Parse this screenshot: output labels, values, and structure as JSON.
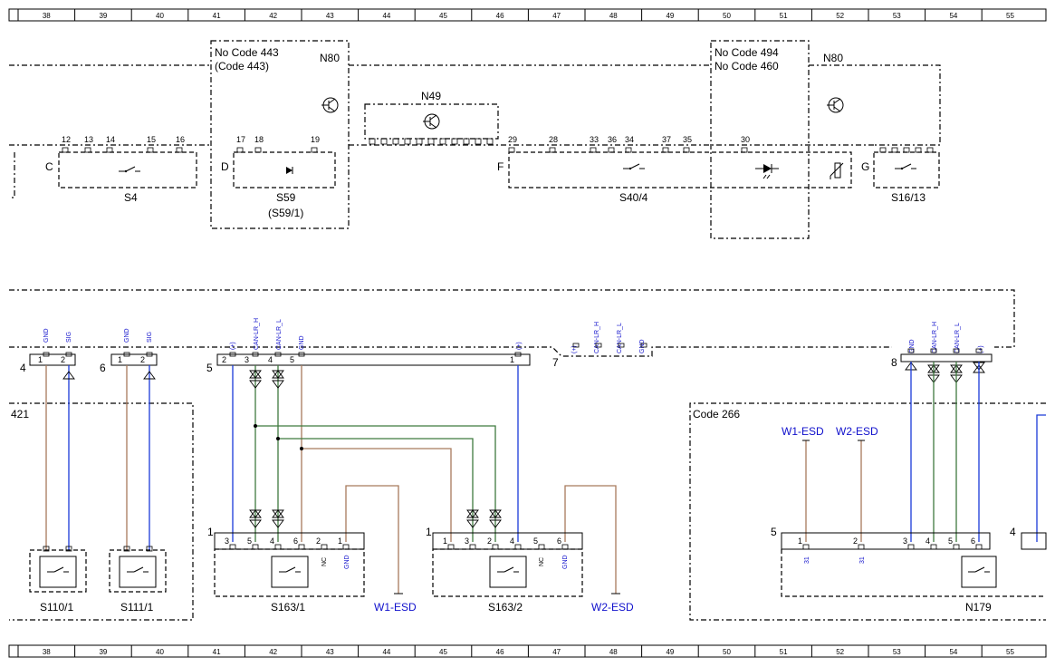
{
  "grid_columns": [
    "38",
    "39",
    "40",
    "41",
    "42",
    "43",
    "44",
    "45",
    "46",
    "47",
    "48",
    "49",
    "50",
    "51",
    "52",
    "53",
    "54",
    "55"
  ],
  "top_block": {
    "code_box_1": [
      "No  Code 443",
      "(Code 443)"
    ],
    "code_box_2": [
      "No  Code 494",
      "No  Code 460"
    ],
    "n80_label": "N80",
    "n49_label": "N49",
    "connectors": {
      "C": "C",
      "D": "D",
      "F": "F",
      "G": "G"
    },
    "pins_c": [
      "12",
      "13",
      "14",
      "15",
      "16"
    ],
    "pins_d": [
      "17",
      "18",
      "19"
    ],
    "pins_f": [
      "29",
      "28",
      "33",
      "36",
      "34",
      "37",
      "35",
      "30"
    ],
    "s4": "S4",
    "s59": "S59",
    "s59_alt": "(S59/1)",
    "s40_4": "S40/4",
    "s16_13": "S16/13"
  },
  "bottom_block": {
    "connector_numbers": {
      "c4": "4",
      "c6": "6",
      "c5": "5",
      "c7": "7",
      "c8": "8"
    },
    "s4_pins": [
      "1",
      "2"
    ],
    "s4_sigs": [
      "GND",
      "SIG"
    ],
    "s6_pins": [
      "1",
      "2"
    ],
    "s6_sigs": [
      "GND",
      "SIG"
    ],
    "c5_pins": [
      "2",
      "3",
      "4",
      "5",
      "1"
    ],
    "c5_sigs": [
      "(+)",
      "CAN-LR_H",
      "CAN-LR_L",
      "GND",
      "(+)"
    ],
    "c7_sigs": [
      "(+)",
      "CAN-LR_H",
      "CAN-LR_L",
      "GND"
    ],
    "c8_sigs": [
      "GND",
      "CAN-LR_H",
      "CAN-LR_L",
      "(+)"
    ],
    "box_421": "421",
    "code_266": "Code 266",
    "w1_esd": "W1-ESD",
    "w2_esd": "W2-ESD",
    "s110": "S110/1",
    "s111": "S111/1",
    "s163_1": "S163/1",
    "s163_2": "S163/2",
    "n179": "N179",
    "s163_1_conn": "1",
    "s163_2_conn": "1",
    "n179_conn": "5",
    "n179_conn2": "4",
    "s163_1_pins": [
      "3",
      "5",
      "4",
      "6",
      "2",
      "1"
    ],
    "s163_2_pins": [
      "1",
      "3",
      "2",
      "4",
      "5",
      "6"
    ],
    "n179_pins": [
      "1",
      "2",
      "3",
      "4",
      "5",
      "6"
    ],
    "nc": "NC",
    "gnd": "GND",
    "pin31": "31"
  }
}
